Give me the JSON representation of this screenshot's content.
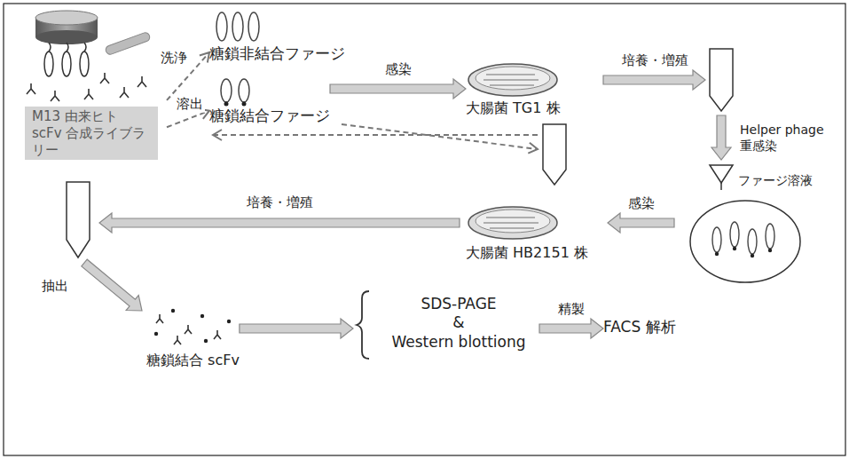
{
  "diagram": {
    "nodes": [
      {
        "text": [
          "M13 由来ヒト scFv 合成ライブラリー"
        ]
      },
      {
        "text": [
          "糖鎖非結合ファージ"
        ]
      },
      {
        "text": [
          "糖鎖結合ファージ"
        ]
      },
      {
        "text": [
          "大腸菌 TG1 株"
        ]
      },
      {
        "text": [
          "ファージ溶液"
        ]
      },
      {
        "text": [
          "大腸菌 HB2151 株"
        ]
      },
      {
        "text": [
          "糖鎖結合 scFv"
        ]
      },
      {
        "text": [
          "SDS-PAGE",
          "&",
          "Western blottiong"
        ]
      },
      {
        "text": [
          "FACS 解析"
        ]
      }
    ],
    "edges": [
      {
        "from": 0,
        "to": 1,
        "label": "洗浄",
        "arrow": "to"
      },
      {
        "from": 0,
        "to": 2,
        "label": "溶出",
        "arrow": "to"
      },
      {
        "from": 2,
        "to": 3,
        "label": "感染",
        "arrow": "to"
      },
      {
        "from": 4,
        "to": 5,
        "label": "感染",
        "arrow": "to"
      },
      {
        "from": 6,
        "to": 7,
        "arrow": "to"
      },
      {
        "from": 7,
        "to": 8,
        "label": "精製",
        "arrow": "to"
      }
    ],
    "labels": [
      "培養・増殖",
      "Helper phage 重感染",
      "培養・増殖",
      "抽出"
    ]
  }
}
